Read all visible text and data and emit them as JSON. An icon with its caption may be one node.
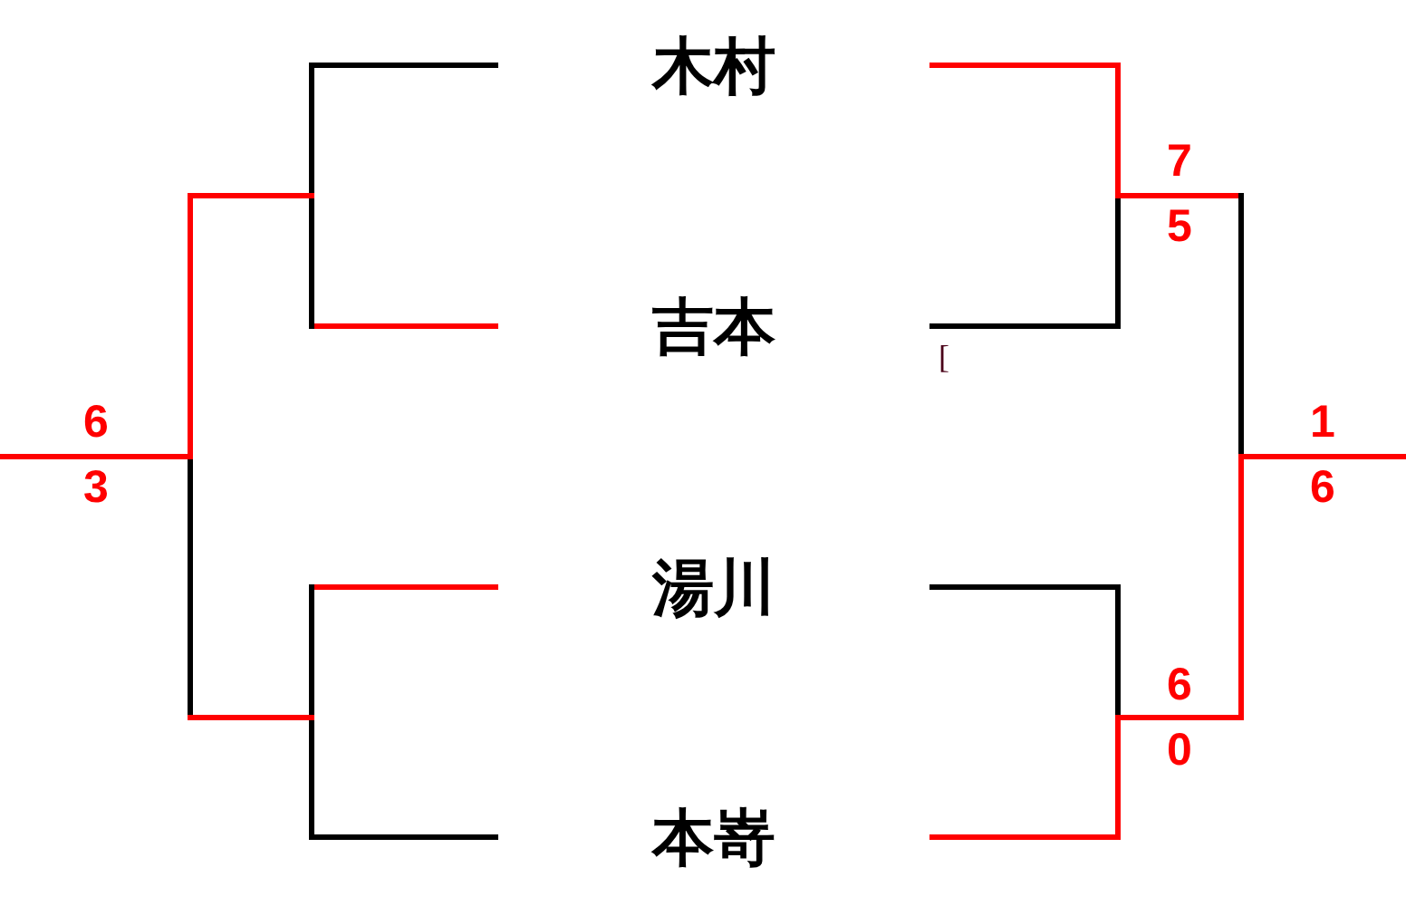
{
  "diagram": {
    "labels": [
      "木村",
      "7",
      "5",
      "吉本",
      "[",
      "6",
      "1",
      "3",
      "6",
      "湯川",
      "6",
      "0",
      "本嵜"
    ]
  }
}
